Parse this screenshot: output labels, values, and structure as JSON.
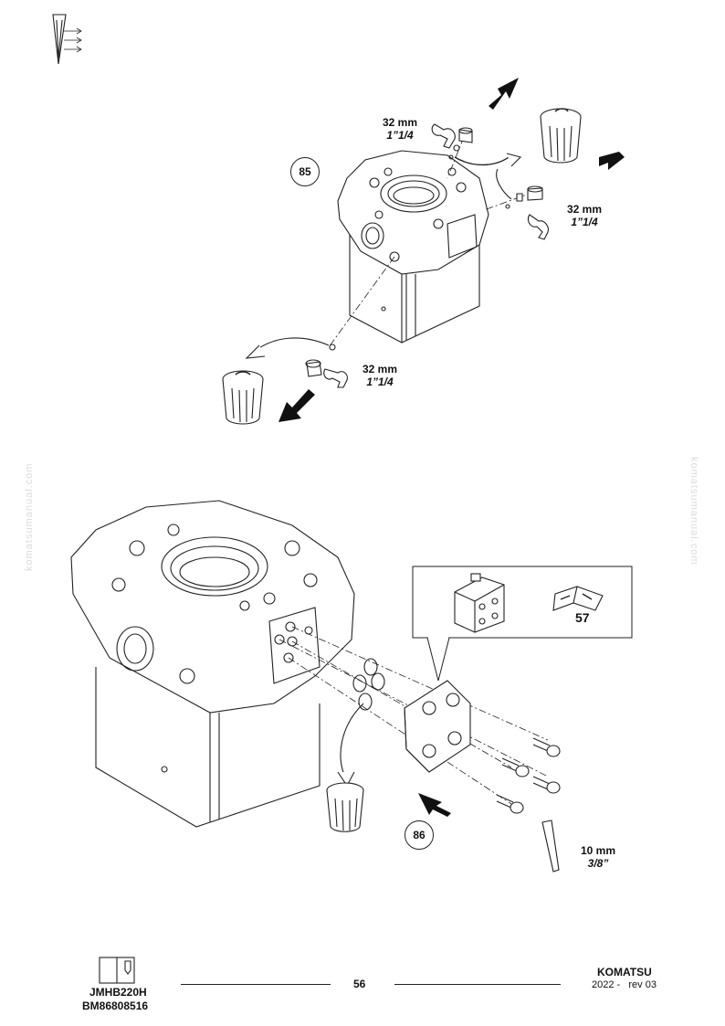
{
  "top_callout": {
    "number": "85"
  },
  "bottom_callout": {
    "number": "86"
  },
  "specs": {
    "top_wrench": {
      "size": "32 mm",
      "imperial": "1”1/4"
    },
    "right_wrench": {
      "size": "32 mm",
      "imperial": "1”1/4"
    },
    "bottom_wrench": {
      "size": "32 mm",
      "imperial": "1”1/4"
    },
    "hex_key": {
      "size": "10 mm",
      "imperial": "3/8”"
    }
  },
  "inset": {
    "reference_number": "57"
  },
  "watermark": {
    "text": "komatsumanual.com"
  },
  "footer": {
    "model": "JMHB220H",
    "code": "BM86808516",
    "page_number": "56",
    "brand": "KOMATSU",
    "revision": "2022 -   rev 03"
  },
  "icons": [
    "drop-grade-icon",
    "manual-book-icon",
    "wrench-icon",
    "waste-bin-icon",
    "direction-arrow-icon",
    "hex-key-icon"
  ]
}
